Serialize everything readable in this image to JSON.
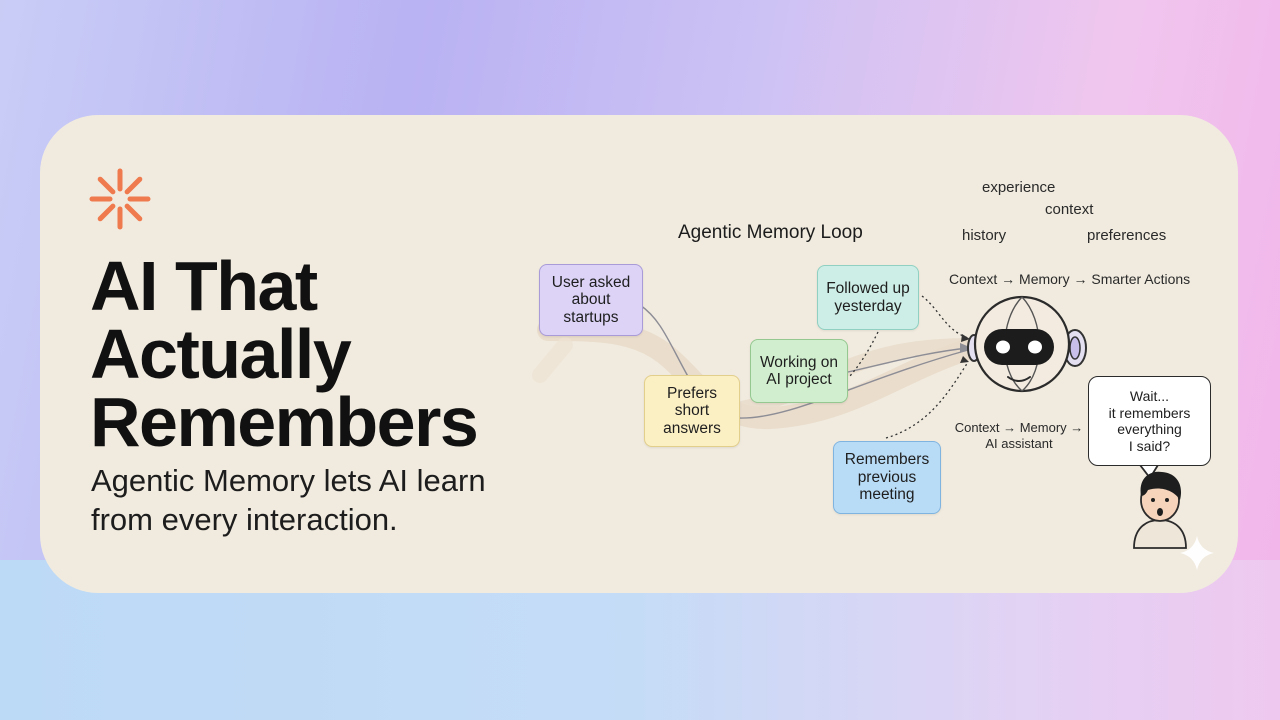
{
  "headline": {
    "line1": "AI That",
    "line2": "Actually",
    "line3": "Remembers"
  },
  "subheadline": {
    "line1": "Agentic Memory lets AI learn",
    "line2": "from every interaction."
  },
  "diagram": {
    "title": "Agentic Memory Loop",
    "keywords": {
      "experience": "experience",
      "context": "context",
      "history": "history",
      "preferences": "preferences"
    },
    "top_formula": "Context → Memory → Smarter Actions",
    "bottom_formula": {
      "line1": "Context → Memory →",
      "line2": "AI assistant"
    },
    "notes": {
      "user_asked": [
        "User asked",
        "about",
        "startups"
      ],
      "prefers_short": [
        "Prefers",
        "short",
        "answers"
      ],
      "working_on": [
        "Working on",
        "AI project"
      ],
      "followed_up": [
        "Followed up",
        "yesterday"
      ],
      "remembers_meeting": [
        "Remembers",
        "previous",
        "meeting"
      ]
    },
    "speech_bubble": [
      "Wait...",
      "it remembers",
      "everything",
      "I said?"
    ]
  },
  "icons": {
    "logo": "sunburst-logo-icon",
    "robot": "robot-head-icon",
    "person": "surprised-person-icon",
    "sparkle": "sparkle-icon"
  },
  "colors": {
    "accent": "#ef7a4d",
    "card": "#f1ebdf",
    "headline": "#111111"
  }
}
